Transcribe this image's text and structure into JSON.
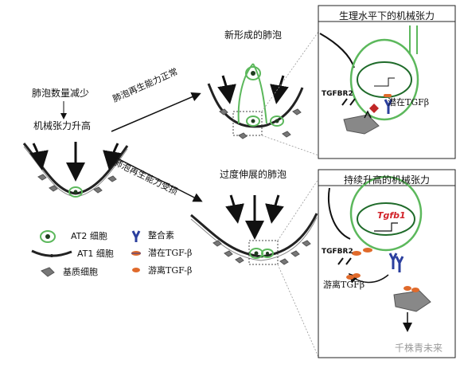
{
  "left": {
    "reduced": "肺泡数量减少",
    "tension_up": "机械张力升高"
  },
  "branches": {
    "normal_path": "肺泡再生能力正常",
    "impaired_path": "肺泡再生能力受损"
  },
  "middle": {
    "new_alveoli": "新形成的肺泡",
    "overstretched": "过度伸展的肺泡"
  },
  "legend": {
    "at2": "AT2 细胞",
    "at1": "AT1 细胞",
    "matrix": "基质细胞",
    "integrin": "整合素",
    "latent": "潜在TGF-β",
    "free": "游离TGF-β"
  },
  "panel_top": {
    "title": "生理水平下的机械张力",
    "receptor": "TGFBR2",
    "latent": "潜在TGFβ"
  },
  "panel_bottom": {
    "title": "持续升高的机械张力",
    "gene": "Tgfb1",
    "receptor": "TGFBR2",
    "free": "游离TGFβ"
  },
  "watermark": "千株青未来",
  "colors": {
    "cell_green": "#5cb85c",
    "nucleus": "#1f3d1f",
    "integrin_blue": "#2b3f9e",
    "tgf_orange": "#e06a2b",
    "gene_red": "#d2232a"
  }
}
